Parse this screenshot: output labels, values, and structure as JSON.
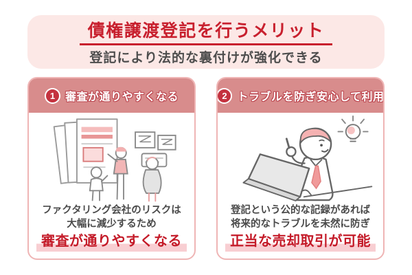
{
  "header": {
    "title": "債権譲渡登記を行うメリット",
    "subtitle": "登記により法的な裏付けが強化できる"
  },
  "cards": [
    {
      "number": "1",
      "heading": "審査が通りやすくなる",
      "illustration": "people-reviewing-large-documents",
      "line1": "ファクタリング会社のリスクは",
      "line2": "大幅に減少するため",
      "emphasis": "審査が通りやすくなる"
    },
    {
      "number": "2",
      "heading": "トラブルを防ぎ安心して利用",
      "illustration": "businessman-laptop-idea-lightbulb",
      "line1": "登記という公的な記録があれば",
      "line2": "将来的なトラブルを未然に防ぎ",
      "emphasis": "正当な売却取引が可能"
    }
  ],
  "colors": {
    "accent_red": "#c8202e",
    "card_header_rose": "#d88c8c",
    "hero_pink": "#fce8e6",
    "card_border_pink": "#efb5b5",
    "emphasis_highlight": "#f8ced2",
    "body_text": "#4a4a4a"
  }
}
